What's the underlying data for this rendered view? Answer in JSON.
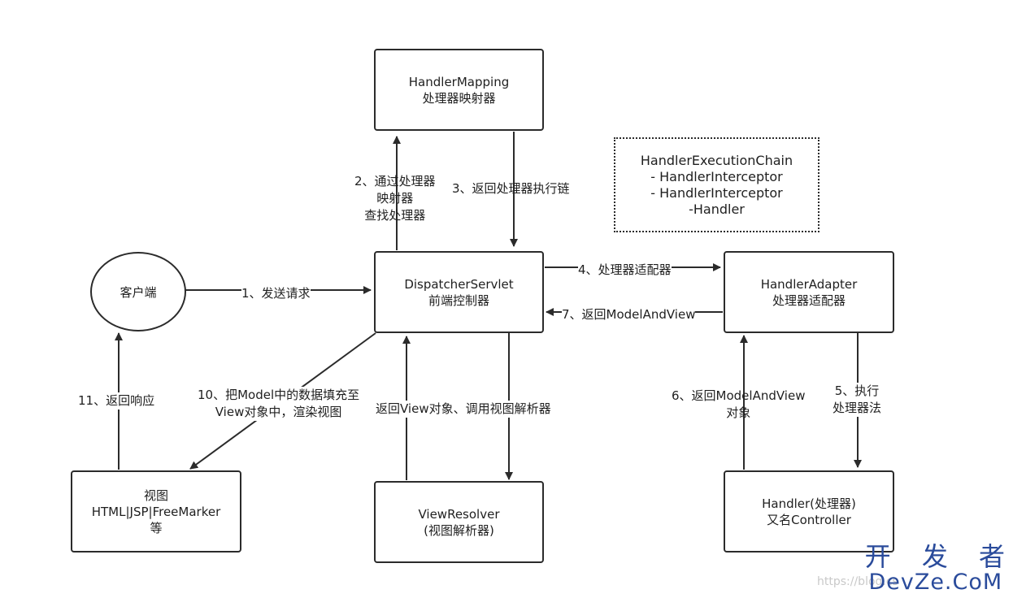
{
  "nodes": {
    "handler_mapping": [
      "HandlerMapping",
      "处理器映射器"
    ],
    "dispatcher": [
      "DispatcherServlet",
      "前端控制器"
    ],
    "client": "客户端",
    "handler_adapter": [
      "HandlerAdapter",
      "处理器适配器"
    ],
    "view": [
      "视图",
      "HTML|JSP|FreeMarker",
      "等"
    ],
    "view_resolver": [
      "ViewResolver",
      "(视图解析器)"
    ],
    "handler": [
      "Handler(处理器)",
      "又名Controller"
    ],
    "execution_chain": [
      "HandlerExecutionChain",
      "- HandlerInterceptor",
      "- HandlerInterceptor",
      "-Handler"
    ]
  },
  "edges": {
    "e1": [
      "1、发送请求"
    ],
    "e2": [
      "2、通过处理器",
      "映射器",
      "查找处理器"
    ],
    "e3": [
      "3、返回处理器执行链"
    ],
    "e4": [
      "4、处理器适配器"
    ],
    "e5": [
      "5、执行",
      "处理器法"
    ],
    "e6": [
      "6、返回ModelAndView",
      "对象"
    ],
    "e7": [
      "7、返回ModelAndView"
    ],
    "e8": [
      "返回View对象、调用视图解析器"
    ],
    "e10": [
      "10、把Model中的数据填充至",
      "View对象中，渲染视图"
    ],
    "e11": [
      "11、返回响应"
    ]
  },
  "watermark": {
    "logo_cn": "开 发 者",
    "logo_en": "DevZe.CoM",
    "url": "https://blog.cs"
  }
}
